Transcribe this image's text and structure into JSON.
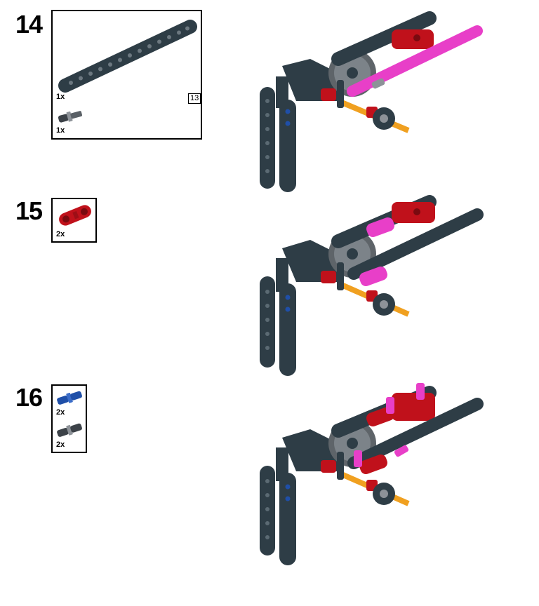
{
  "steps": [
    {
      "number": "14",
      "parts": [
        {
          "qty": "1x",
          "icon": "long-dark-beam-icon",
          "length_tag": "13"
        },
        {
          "qty": "1x",
          "icon": "gray-axle-pin-icon"
        }
      ]
    },
    {
      "number": "15",
      "parts": [
        {
          "qty": "2x",
          "icon": "red-connector-icon"
        }
      ]
    },
    {
      "number": "16",
      "parts": [
        {
          "qty": "2x",
          "icon": "blue-pin-icon"
        },
        {
          "qty": "2x",
          "icon": "gray-pin-icon"
        }
      ]
    }
  ],
  "colors": {
    "beam_dark": "#2e3d46",
    "highlight_pink": "#e83fc8",
    "red": "#c0111b",
    "orange_axle": "#f0a020",
    "blue_pin": "#1f4fa8",
    "gray": "#8d9298"
  }
}
